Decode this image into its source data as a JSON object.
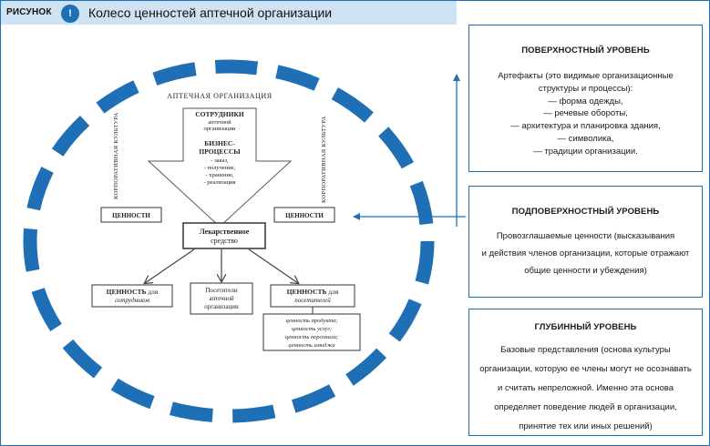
{
  "header": {
    "badge": "РИСУНОК",
    "icon": "alert-icon",
    "icon_glyph": "!",
    "title": "Колесо ценностей аптечной организации"
  },
  "diagram": {
    "org_title": "АПТЕЧНАЯ ОРГАНИЗАЦИЯ",
    "left_vertical": "КОРПОРАТИВНАЯ КУЛЬТУРА",
    "right_vertical": "КОРПОРАТИВНАЯ КУЛЬТУРА",
    "arrow_lines": [
      "СОТРУДНИКИ",
      "аптечной",
      "организации",
      "БИЗНЕС-",
      "ПРОЦЕССЫ",
      "- заказ,",
      "- получение,",
      "- хранение,",
      "- реализация"
    ],
    "left_values": "ЦЕННОСТИ",
    "right_values": "ЦЕННОСТИ",
    "center_lines": [
      "Лекарственное",
      "средство"
    ],
    "employee_value_bold": "ЦЕННОСТЬ",
    "employee_value_rest": " для",
    "employee_value_line2": "сотрудников",
    "visitor_lines": [
      "Посетители",
      "аптечной",
      "организации"
    ],
    "visitor_value_bold": "ЦЕННОСТЬ",
    "visitor_value_rest": " для",
    "visitor_value_line2": "посетителей",
    "visitor_list": [
      "ценность продукта;",
      "ценность услуг;",
      "ценность персонала;",
      "ценность имиджа"
    ]
  },
  "levels": [
    {
      "title": "ПОВЕРХНОСТНЫЙ УРОВЕНЬ",
      "lines": [
        "Артефакты (это видимые организационные",
        "структуры и процессы):",
        "— форма одежды,",
        "— речевые обороты,",
        "— архитектура и планировка здания,",
        "— символика,",
        "— традиции организации."
      ]
    },
    {
      "title": "ПОДПОВЕРХНОСТНЫЙ УРОВЕНЬ",
      "lines": [
        "Провозглашаемые ценности (высказывания",
        "и действия членов организации, которые отражают",
        "общие ценности и убеждения)"
      ]
    },
    {
      "title": "ГЛУБИННЫЙ УРОВЕНЬ",
      "lines": [
        "Базовые представления (основа культуры",
        "организации, которую ее члены могут не осознавать",
        "и считать непреложной. Именно эта основа",
        "определяет поведение людей в организации,",
        "принятие тех или иных решений)"
      ]
    }
  ],
  "colors": {
    "accent": "#1e6fb5",
    "header_bg": "#cfe2f3",
    "ink": "#222222"
  }
}
